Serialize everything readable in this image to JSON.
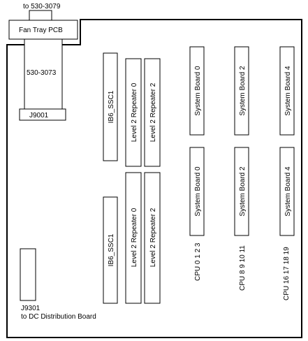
{
  "labels": {
    "fan_pcb_to": "to 530-3079",
    "fan_tray_pcb": "Fan Tray PCB",
    "cable_530_3073": "530-3073",
    "connector_j9001": "J9001",
    "connector_j9301": "J9301",
    "to_dc_distribution": "to DC Distribution Board",
    "ib6_ssc1_top": "IB6_SSC1",
    "ib6_ssc1_bottom": "IB6_SSC1",
    "l2_rep0_top": "Level 2 Repeater 0",
    "l2_rep2_top": "Level 2 Repeater 2",
    "l2_rep0_bottom": "Level 2 Repeater 0",
    "l2_rep2_bottom": "Level 2 Repeater 2",
    "sb0_top": "System Board 0",
    "sb2_top": "System Board 2",
    "sb4_top": "System Board 4",
    "sb0_bottom": "System Board 0",
    "sb2_bottom": "System Board 2",
    "sb4_bottom": "System Board 4",
    "cpu_col0": "CPU 0 1 2 3",
    "cpu_col1": "CPU 8 9 10 11",
    "cpu_col2": "CPU 16 17 18 19"
  }
}
